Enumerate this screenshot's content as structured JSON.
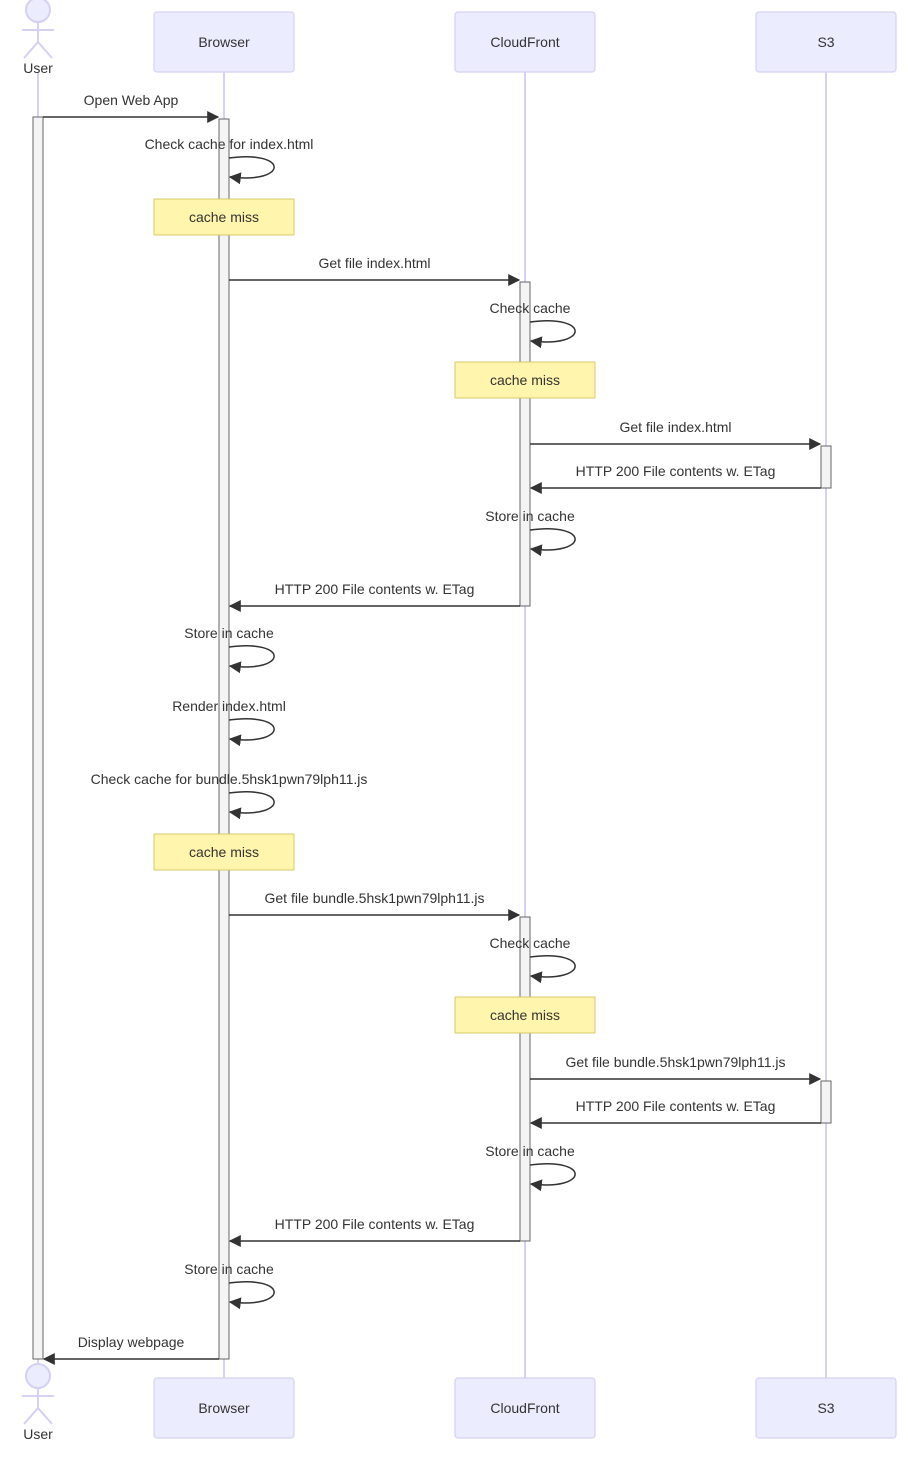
{
  "participants": [
    {
      "id": "user",
      "label": "User",
      "type": "actor"
    },
    {
      "id": "browser",
      "label": "Browser",
      "type": "participant"
    },
    {
      "id": "cloudfront",
      "label": "CloudFront",
      "type": "participant"
    },
    {
      "id": "s3",
      "label": "S3",
      "type": "participant"
    }
  ],
  "events": [
    {
      "kind": "message",
      "from": "user",
      "to": "browser",
      "text": "Open Web App"
    },
    {
      "kind": "self",
      "on": "browser",
      "text": "Check cache for index.html"
    },
    {
      "kind": "note",
      "over": "browser",
      "text": "cache miss"
    },
    {
      "kind": "message",
      "from": "browser",
      "to": "cloudfront",
      "text": "Get file index.html"
    },
    {
      "kind": "self",
      "on": "cloudfront",
      "text": "Check cache"
    },
    {
      "kind": "note",
      "over": "cloudfront",
      "text": "cache miss"
    },
    {
      "kind": "message",
      "from": "cloudfront",
      "to": "s3",
      "text": "Get file index.html"
    },
    {
      "kind": "message",
      "from": "s3",
      "to": "cloudfront",
      "text": "HTTP 200 File contents w. ETag"
    },
    {
      "kind": "self",
      "on": "cloudfront",
      "text": "Store in cache"
    },
    {
      "kind": "message",
      "from": "cloudfront",
      "to": "browser",
      "text": "HTTP 200 File contents w. ETag"
    },
    {
      "kind": "self",
      "on": "browser",
      "text": "Store in cache"
    },
    {
      "kind": "self",
      "on": "browser",
      "text": "Render index.html"
    },
    {
      "kind": "self",
      "on": "browser",
      "text": "Check cache for bundle.5hsk1pwn79lph11.js"
    },
    {
      "kind": "note",
      "over": "browser",
      "text": "cache miss"
    },
    {
      "kind": "message",
      "from": "browser",
      "to": "cloudfront",
      "text": "Get file bundle.5hsk1pwn79lph11.js"
    },
    {
      "kind": "self",
      "on": "cloudfront",
      "text": "Check cache"
    },
    {
      "kind": "note",
      "over": "cloudfront",
      "text": "cache miss"
    },
    {
      "kind": "message",
      "from": "cloudfront",
      "to": "s3",
      "text": "Get file bundle.5hsk1pwn79lph11.js"
    },
    {
      "kind": "message",
      "from": "s3",
      "to": "cloudfront",
      "text": "HTTP 200 File contents w. ETag"
    },
    {
      "kind": "self",
      "on": "cloudfront",
      "text": "Store in cache"
    },
    {
      "kind": "message",
      "from": "cloudfront",
      "to": "browser",
      "text": "HTTP 200 File contents w. ETag"
    },
    {
      "kind": "self",
      "on": "browser",
      "text": "Store in cache"
    },
    {
      "kind": "message",
      "from": "browser",
      "to": "user",
      "text": "Display webpage"
    }
  ],
  "colors": {
    "actor_fill": "#ececff",
    "actor_border": "#d6d0f2",
    "lifeline": "#d6d0f2",
    "activation_fill": "#f4f4f4",
    "note_fill": "#fff5ad",
    "note_border": "#d7c96a",
    "text": "#333333",
    "arrow": "#333333"
  }
}
